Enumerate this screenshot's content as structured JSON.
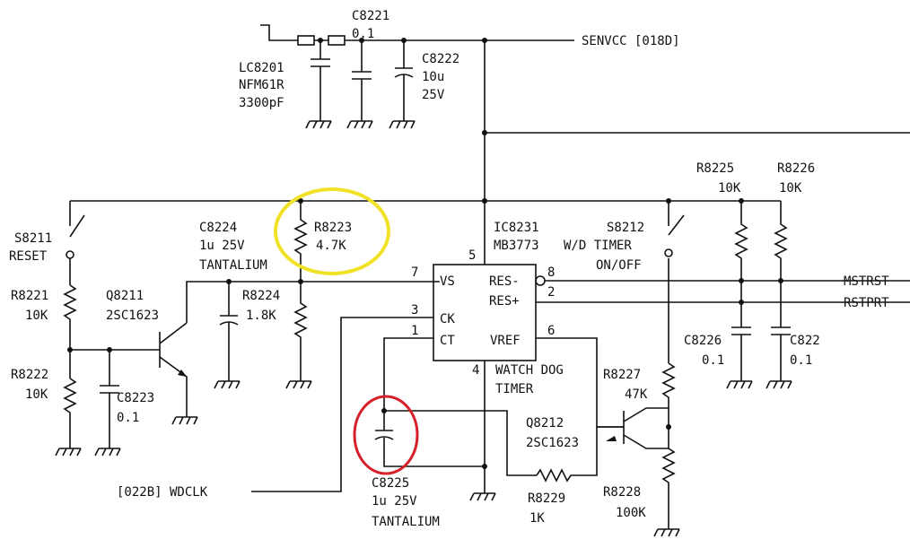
{
  "highlight_colors": {
    "yellow": "#f2e227",
    "red": "#d6202a"
  },
  "top": {
    "c8221_ref": "C8221",
    "c8221_val": "0.1",
    "lc8201_ref": "LC8201",
    "lc8201_part": "NFM61R",
    "lc8201_val": "3300pF",
    "c8222_ref": "C8222",
    "c8222_val": "10u",
    "c8222_volt": "25V",
    "senvcc": "SENVCC [018D]"
  },
  "left": {
    "s8211_ref": "S8211",
    "s8211_name": "RESET",
    "r8221_ref": "R8221",
    "r8221_val": "10K",
    "r8222_ref": "R8222",
    "r8222_val": "10K",
    "q8211_ref": "Q8211",
    "q8211_part": "2SC1623",
    "c8223_ref": "C8223",
    "c8223_val": "0.1",
    "c8224_ref": "C8224",
    "c8224_val": "1u 25V",
    "c8224_type": "TANTALIUM",
    "r8223_ref": "R8223",
    "r8223_val": "4.7K",
    "r8224_ref": "R8224",
    "r8224_val": "1.8K",
    "wdclk": "[022B] WDCLK"
  },
  "ic": {
    "ref": "IC8231",
    "part": "MB3773",
    "pin_vs": "VS",
    "pin_ck": "CK",
    "pin_ct": "CT",
    "pin_resm": "RES-",
    "pin_resp": "RES+",
    "pin_vref": "VREF",
    "n1": "1",
    "n3": "3",
    "n4": "4",
    "n5": "5",
    "n6": "6",
    "n7": "7",
    "n8": "8",
    "n2": "2",
    "desc1": "WATCH DOG",
    "desc2": "TIMER"
  },
  "bottom": {
    "c8225_ref": "C8225",
    "c8225_val": "1u 25V",
    "c8225_type": "TANTALIUM",
    "r8229_ref": "R8229",
    "r8229_val": "1K",
    "q8212_ref": "Q8212",
    "q8212_part": "2SC1623",
    "r8227_ref": "R8227",
    "r8227_val": "47K",
    "r8228_ref": "R8228",
    "r8228_val": "100K"
  },
  "right": {
    "s8212_ref": "S8212",
    "s8212_name": "W/D TIMER",
    "s8212_mode": "ON/OFF",
    "r8225_ref": "R8225",
    "r8225_val": "10K",
    "r8226_ref": "R8226",
    "r8226_val": "10K",
    "c8226_ref": "C8226",
    "c8226_val": "0.1",
    "c8227_ref": "C822",
    "c8227_val": "0.1",
    "mstrst": "MSTRST",
    "rstprt": "RSTPRT"
  }
}
